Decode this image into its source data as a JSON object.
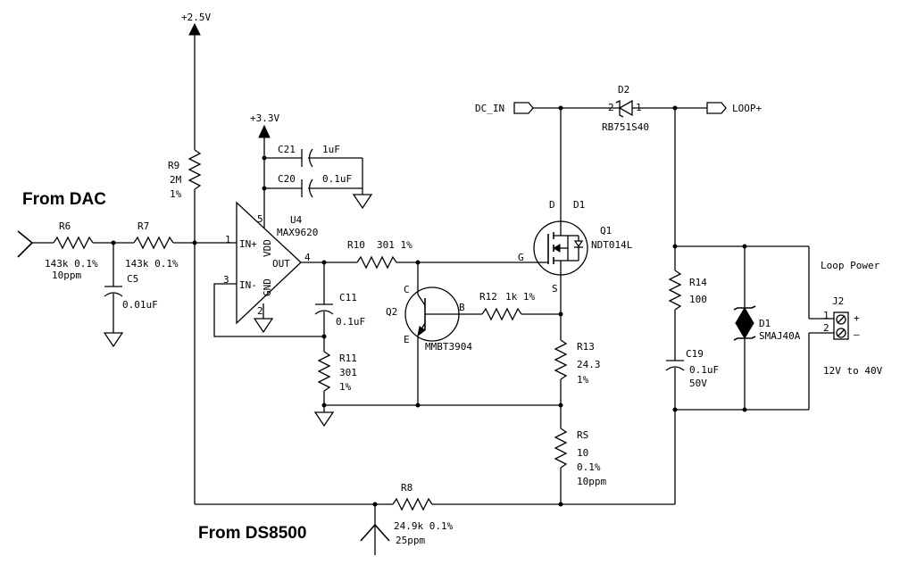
{
  "rails": {
    "v25": "+2.5V",
    "v33": "+3.3V"
  },
  "headings": {
    "from_dac": "From DAC",
    "from_ds8500": "From DS8500"
  },
  "ports": {
    "dc_in": "DC_IN",
    "loop_plus": "LOOP+"
  },
  "opamp": {
    "ref": "U4",
    "part": "MAX9620",
    "in_plus": "IN+",
    "in_minus": "IN-",
    "vdd": "VDD",
    "gnd": "GND",
    "out": "OUT",
    "pin1": "1",
    "pin2": "2",
    "pin3": "3",
    "pin4": "4",
    "pin5": "5"
  },
  "r6": {
    "ref": "R6",
    "value": "143k  0.1%",
    "tc": "10ppm"
  },
  "r7": {
    "ref": "R7",
    "value": "143k  0.1%"
  },
  "c5": {
    "ref": "C5",
    "value": "0.01uF"
  },
  "r9": {
    "ref": "R9",
    "value": "2M",
    "tol": "1%"
  },
  "c21": {
    "ref": "C21",
    "value": "1uF"
  },
  "c20": {
    "ref": "C20",
    "value": "0.1uF"
  },
  "r10": {
    "ref": "R10",
    "value": "301  1%"
  },
  "c11": {
    "ref": "C11",
    "value": "0.1uF"
  },
  "r11": {
    "ref": "R11",
    "value": "301",
    "tol": "1%"
  },
  "q2": {
    "ref": "Q2",
    "part": "MMBT3904",
    "c": "C",
    "b": "B",
    "e": "E"
  },
  "r12": {
    "ref": "R12",
    "value": "1k  1%"
  },
  "q1": {
    "ref": "Q1",
    "part": "NDT014L",
    "d": "D",
    "d1": "D1",
    "g": "G",
    "s": "S"
  },
  "d2": {
    "ref": "D2",
    "part": "RB751S40",
    "pin2": "2",
    "pin1": "1"
  },
  "r13": {
    "ref": "R13",
    "value": "24.3",
    "tol": "1%"
  },
  "rs": {
    "ref": "RS",
    "value": "10",
    "tol": "0.1%",
    "tc": "10ppm"
  },
  "r8": {
    "ref": "R8",
    "value": "24.9k  0.1%",
    "tc": "25ppm"
  },
  "r14": {
    "ref": "R14",
    "value": "100"
  },
  "c19": {
    "ref": "C19",
    "value": "0.1uF",
    "voltage": "50V"
  },
  "d1": {
    "ref": "D1",
    "part": "SMAJ40A"
  },
  "j2": {
    "ref": "J2",
    "title": "Loop Power",
    "pin1": "1",
    "pin2": "2",
    "plus": "+",
    "minus": "–",
    "range": "12V to 40V"
  }
}
